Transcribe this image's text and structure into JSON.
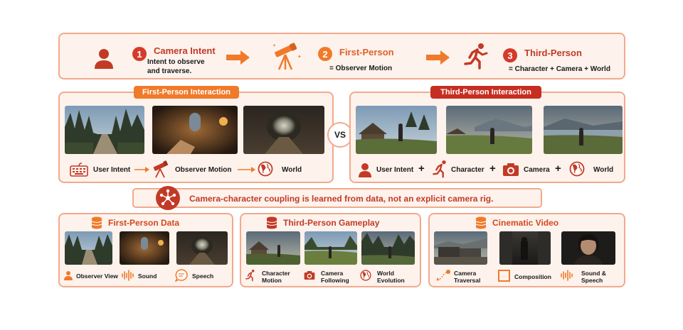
{
  "steps": [
    {
      "number": "1",
      "title": "Camera Intent",
      "subtitle_line1": "Intent to observe",
      "subtitle_line2": "and traverse."
    },
    {
      "number": "2",
      "title": "First-Person",
      "subtitle": "= Observer Motion"
    },
    {
      "number": "3",
      "title": "Third-Person",
      "subtitle": "= Character + Camera + World"
    }
  ],
  "first_person": {
    "tag": "First-Person Interaction",
    "flow": [
      "User Intent",
      "Observer Motion",
      "World"
    ]
  },
  "vs": "VS",
  "third_person": {
    "tag": "Third-Person Interaction",
    "flow": [
      "User Intent",
      "Character",
      "Camera",
      "World"
    ],
    "plus": "+"
  },
  "banner": "Camera-character coupling is learned from data, not an explicit camera rig.",
  "data_sections": [
    {
      "title": "First-Person Data",
      "labels": [
        "Observer View",
        "Sound",
        "Speech"
      ]
    },
    {
      "title": "Third-Person Gameplay",
      "labels": [
        [
          "Character",
          "Motion"
        ],
        [
          "Camera",
          "Following"
        ],
        [
          "World",
          "Evolution"
        ]
      ]
    },
    {
      "title": "Cinematic Video",
      "labels": [
        [
          "Camera",
          "Traversal"
        ],
        "Composition",
        [
          "Sound &",
          "Speech"
        ]
      ]
    }
  ],
  "colors": {
    "accent_red": "#d43b2a",
    "accent_orange": "#f07a2a",
    "panel_bg": "#fdf2ec",
    "panel_border": "#f2a98c"
  }
}
